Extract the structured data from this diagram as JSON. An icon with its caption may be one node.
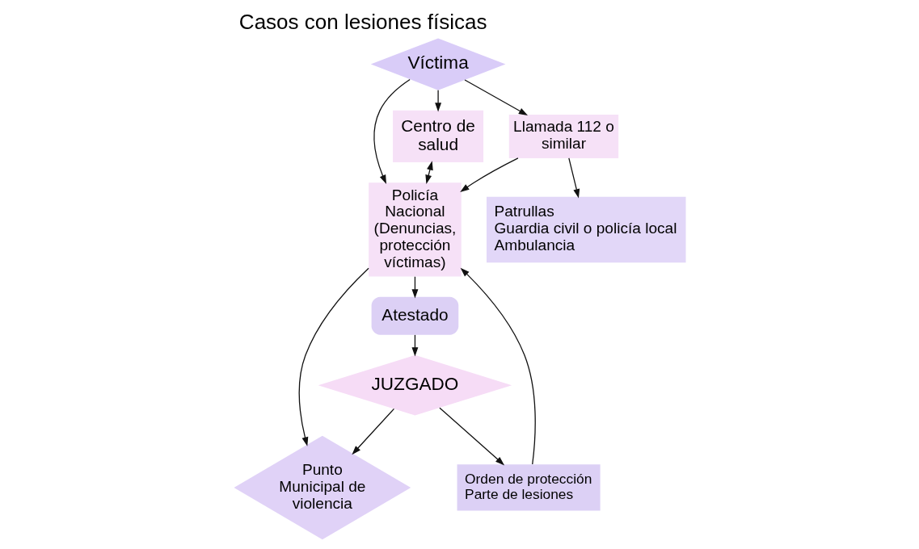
{
  "diagram": {
    "title": "Casos con lesiones físicas",
    "nodes": [
      {
        "text": [
          "Víctima"
        ]
      },
      {
        "text": [
          "Centro de salud"
        ]
      },
      {
        "text": [
          "Policía Nacional (Denuncias, protección víctimas)"
        ]
      },
      {
        "text": [
          "Llamada 112 o similar"
        ]
      },
      {
        "text": [
          "Patrullas",
          "Guardia civil o policía local",
          "Ambulancia"
        ]
      },
      {
        "text": [
          "Atestado"
        ]
      },
      {
        "text": [
          "JUZGADO"
        ]
      },
      {
        "text": [
          "Orden de protección",
          "Parte de lesiones"
        ]
      },
      {
        "text": [
          "Punto Municipal de violencia"
        ]
      }
    ],
    "edges": [
      {
        "from": 0,
        "to": 1,
        "arrow": "to"
      },
      {
        "from": 0,
        "to": 2,
        "arrow": "to"
      },
      {
        "from": 0,
        "to": 3,
        "arrow": "to"
      },
      {
        "from": 1,
        "to": 2,
        "arrow": "both"
      },
      {
        "from": 3,
        "to": 2,
        "arrow": "to"
      },
      {
        "from": 3,
        "to": 4,
        "arrow": "to"
      },
      {
        "from": 2,
        "to": 5,
        "arrow": "to"
      },
      {
        "from": 5,
        "to": 6,
        "arrow": "to"
      },
      {
        "from": 6,
        "to": 7,
        "arrow": "to"
      },
      {
        "from": 7,
        "to": 2,
        "arrow": "to"
      },
      {
        "from": 2,
        "to": 8,
        "arrow": "to"
      },
      {
        "from": 6,
        "to": 8,
        "arrow": "to"
      }
    ]
  }
}
